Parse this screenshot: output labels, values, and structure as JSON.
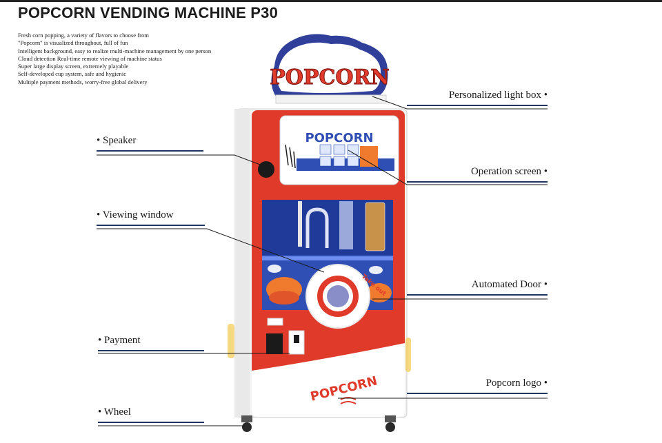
{
  "title": "POPCORN VENDING MACHINE P30",
  "features": [
    "Fresh corn popping, a variety of flavors to choose from",
    "\"Popcorn\" is visualized throughout, full of fun",
    "Intelligent background, easy to realize multi-machine management by one person",
    "Cloud detection Real-time remote viewing of machine status",
    "Super large display screen, extremely playable",
    "Self-developed cup system, safe and hygienic",
    "Multiple payment methods, worry-free global delivery"
  ],
  "callouts_left": [
    {
      "label": "• Speaker"
    },
    {
      "label": "• Viewing window"
    },
    {
      "label": "• Payment"
    },
    {
      "label": "• Wheel"
    }
  ],
  "callouts_right": [
    {
      "label": "Personalized light box •"
    },
    {
      "label": "Operation screen •"
    },
    {
      "label": "Automated Door •"
    },
    {
      "label": "Popcorn logo •"
    }
  ],
  "machine": {
    "lightbox_text": "POPCORN",
    "screen_text": "POPCORN",
    "door_text": "Take out",
    "bottom_logo": "POPCORN"
  },
  "colors": {
    "machine_red": "#e03a2a",
    "accent_navy": "#1e3560",
    "window_blue": "#2f4fb5"
  }
}
